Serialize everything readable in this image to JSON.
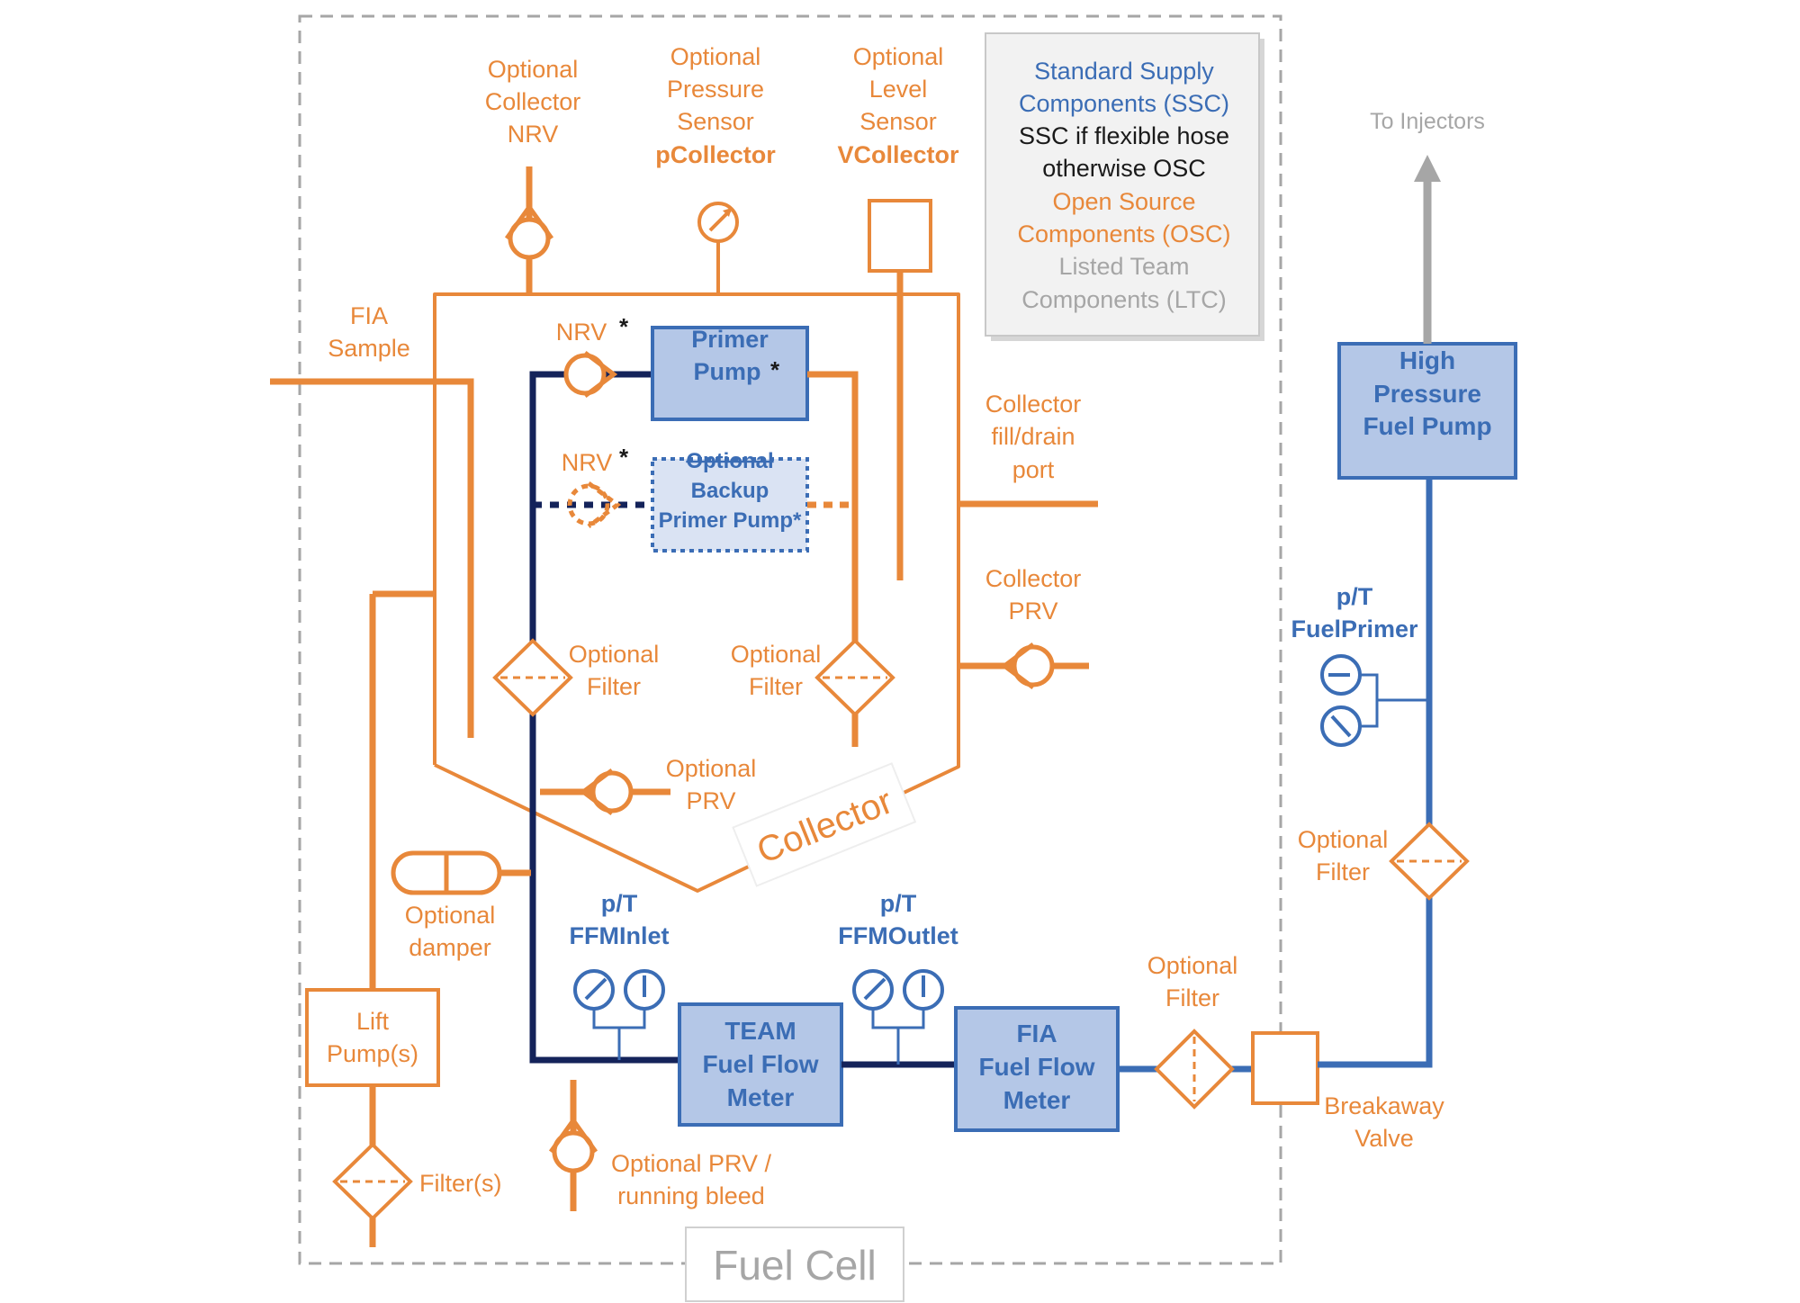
{
  "colors": {
    "osc": "#E8883A",
    "ssc": "#3B6DB5",
    "ssc_fill": "#B4C7E7",
    "flexible": "#14235A",
    "ltc": "#A6A6A6",
    "border": "#A6A6A6"
  },
  "legend": {
    "ssc_line1": "Standard Supply",
    "ssc_line2": "Components (SSC)",
    "flex_line1": "SSC if flexible hose",
    "flex_line2": "otherwise OSC",
    "osc_line1": "Open Source",
    "osc_line2": "Components (OSC)",
    "ltc_line1": "Listed Team",
    "ltc_line2": "Components (LTC)"
  },
  "labels": {
    "fuel_cell": "Fuel Cell",
    "collector": "Collector",
    "to_injectors": "To Injectors",
    "collector_nrv": [
      "Optional",
      "Collector",
      "NRV"
    ],
    "pressure_sensor": [
      "Optional",
      "Pressure",
      "Sensor"
    ],
    "pressure_sensor_name": "pCollector",
    "level_sensor": [
      "Optional",
      "Level",
      "Sensor"
    ],
    "level_sensor_name": "VCollector",
    "fia_sample": [
      "FIA",
      "Sample"
    ],
    "nrv": "NRV",
    "star": "*",
    "primer_pump": [
      "Primer",
      "Pump"
    ],
    "backup_pump": [
      "Optional",
      "Backup",
      "Primer Pump*"
    ],
    "fill_drain": [
      "Collector",
      "fill/drain",
      "port"
    ],
    "collector_prv": [
      "Collector",
      "PRV"
    ],
    "optional_filter": [
      "Optional",
      "Filter"
    ],
    "optional_prv": [
      "Optional",
      "PRV"
    ],
    "optional_damper": [
      "Optional",
      "damper"
    ],
    "lift_pump": [
      "Lift",
      "Pump(s)"
    ],
    "filters": "Filter(s)",
    "prv_bleed": [
      "Optional PRV /",
      "running bleed"
    ],
    "pt": "p/T",
    "ffm_inlet": "FFMInlet",
    "ffm_outlet": "FFMOutlet",
    "team_ffm": [
      "TEAM",
      "Fuel Flow",
      "Meter"
    ],
    "fia_ffm": [
      "FIA",
      "Fuel Flow",
      "Meter"
    ],
    "breakaway": [
      "Breakaway",
      "Valve"
    ],
    "hp_pump": [
      "High",
      "Pressure",
      "Fuel Pump"
    ],
    "fuel_primer": "FuelPrimer"
  }
}
